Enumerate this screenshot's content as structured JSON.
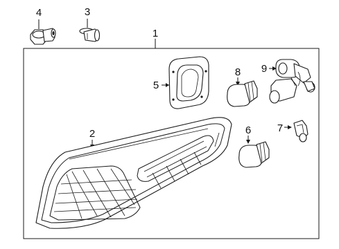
{
  "callouts": {
    "c1": "1",
    "c2": "2",
    "c3": "3",
    "c4": "4",
    "c5": "5",
    "c6": "6",
    "c7": "7",
    "c8": "8",
    "c9": "9"
  },
  "parts": [
    {
      "callout": "1",
      "icon": "tail-lamp-assembly-frame-icon"
    },
    {
      "callout": "2",
      "icon": "tail-lamp-lens-housing-icon"
    },
    {
      "callout": "3",
      "icon": "push-clip-icon"
    },
    {
      "callout": "4",
      "icon": "grommet-nut-icon"
    },
    {
      "callout": "5",
      "icon": "gasket-icon"
    },
    {
      "callout": "6",
      "icon": "bulb-icon"
    },
    {
      "callout": "7",
      "icon": "wedge-bulb-icon"
    },
    {
      "callout": "8",
      "icon": "bulb-icon"
    },
    {
      "callout": "9",
      "icon": "socket-harness-icon"
    }
  ],
  "colors": {
    "line": "#1a1a1a",
    "background": "#ffffff"
  }
}
